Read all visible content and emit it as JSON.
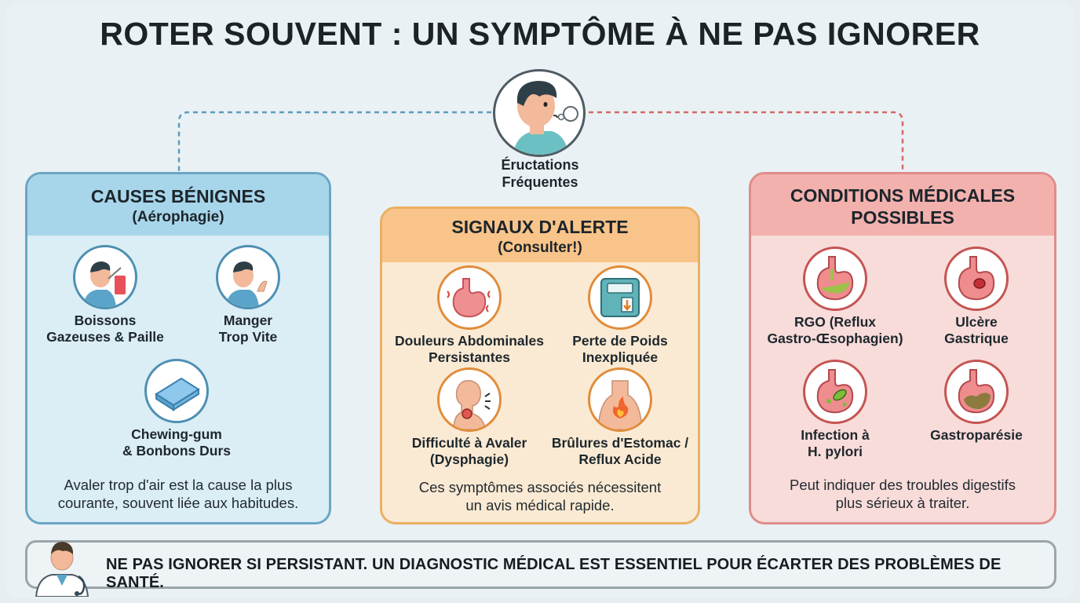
{
  "title": "ROTER SOUVENT : UN SYMPTÔME À NE PAS IGNORER",
  "center": {
    "label_line1": "Éructations",
    "label_line2": "Fréquentes",
    "icon": "burping-person-icon"
  },
  "benign": {
    "title": "CAUSES BÉNIGNES",
    "subtitle": "(Aérophagie)",
    "items": [
      {
        "line1": "Boissons",
        "line2": "Gazeuses & Paille",
        "icon": "drinking-straw-icon"
      },
      {
        "line1": "Manger",
        "line2": "Trop Vite",
        "icon": "eating-fast-icon"
      },
      {
        "line1": "Chewing-gum",
        "line2": "& Bonbons Durs",
        "icon": "chewing-gum-icon"
      }
    ],
    "footer_line1": "Avaler trop d'air est la cause la plus",
    "footer_line2": "courante, souvent liée aux habitudes.",
    "accent": "#a7d6ea"
  },
  "alert": {
    "title": "SIGNAUX D'ALERTE",
    "subtitle": "(Consulter!)",
    "items": [
      {
        "line1": "Douleurs Abdominales",
        "line2": "Persistantes",
        "icon": "stomach-pain-icon"
      },
      {
        "line1": "Perte de Poids",
        "line2": "Inexpliquée",
        "icon": "scale-icon"
      },
      {
        "line1": "Difficulté à Avaler",
        "line2": "(Dysphagie)",
        "icon": "throat-icon"
      },
      {
        "line1": "Brûlures d'Estomac /",
        "line2": "Reflux Acide",
        "icon": "heartburn-icon"
      }
    ],
    "footer_line1": "Ces symptômes associés nécessitent",
    "footer_line2": "un avis médical rapide.",
    "accent": "#f9c489"
  },
  "conditions": {
    "title_line1": "CONDITIONS MÉDICALES",
    "title_line2": "POSSIBLES",
    "items": [
      {
        "line1": "RGO (Reflux",
        "line2": "Gastro-Œsophagien)",
        "icon": "reflux-stomach-icon"
      },
      {
        "line1": "Ulcère",
        "line2": "Gastrique",
        "icon": "ulcer-stomach-icon"
      },
      {
        "line1": "Infection à",
        "line2": "H. pylori",
        "icon": "bacteria-stomach-icon"
      },
      {
        "line1": "Gastroparésie",
        "line2": "",
        "icon": "slow-stomach-icon"
      }
    ],
    "footer_line1": "Peut indiquer des troubles digestifs",
    "footer_line2": "plus sérieux à traiter.",
    "accent": "#f2b1ad"
  },
  "banner": {
    "text": "NE PAS IGNORER SI PERSISTANT. UN DIAGNOSTIC MÉDICAL EST ESSENTIEL POUR ÉCARTER DES PROBLÈMES DE SANTÉ.",
    "icon": "doctor-icon"
  }
}
